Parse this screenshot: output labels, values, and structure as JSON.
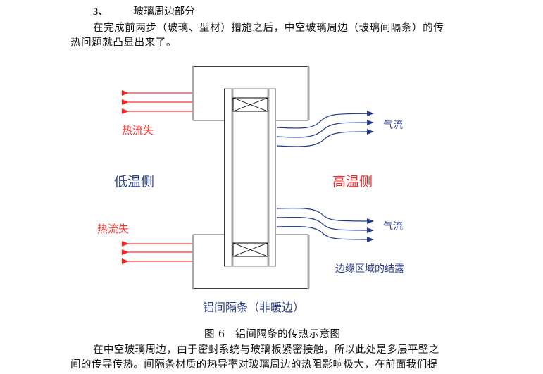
{
  "document": {
    "section_heading": {
      "number": "3、",
      "title": "玻璃周边部分"
    },
    "paragraph1": {
      "line1": "在完成前两步（玻璃、型材）措施之后，中空玻璃周边（玻璃间隔条）的传",
      "line2": "热问题就凸显出来了。"
    },
    "figure": {
      "caption": "图 6　铝间隔条的传热示意图",
      "labels": {
        "heat_loss_top": "热流失",
        "heat_loss_bottom": "热流失",
        "low_temp_side": "低温侧",
        "high_temp_side": "高温侧",
        "airflow_top": "气流",
        "airflow_bottom": "气流",
        "edge_condensation": "边缘区域的结露",
        "spacer_title": "铝间隔条（非暖边）"
      },
      "colors": {
        "heat_loss": "#ff3030",
        "cold_side_text": "#2b3f8f",
        "hot_side_text": "#ee2a2a",
        "airflow": "#1f3a8f",
        "frame_gray": "#a8a8a8",
        "frame_black": "#000000"
      }
    },
    "paragraph2": {
      "line1": "在中空玻璃周边，由于密封系统与玻璃板紧密接触，所以此处是多层平壁之",
      "line2": "间的传导传热。间隔条材质的热导率对玻璃周边的热阻影响极大，在前面我们提"
    }
  }
}
